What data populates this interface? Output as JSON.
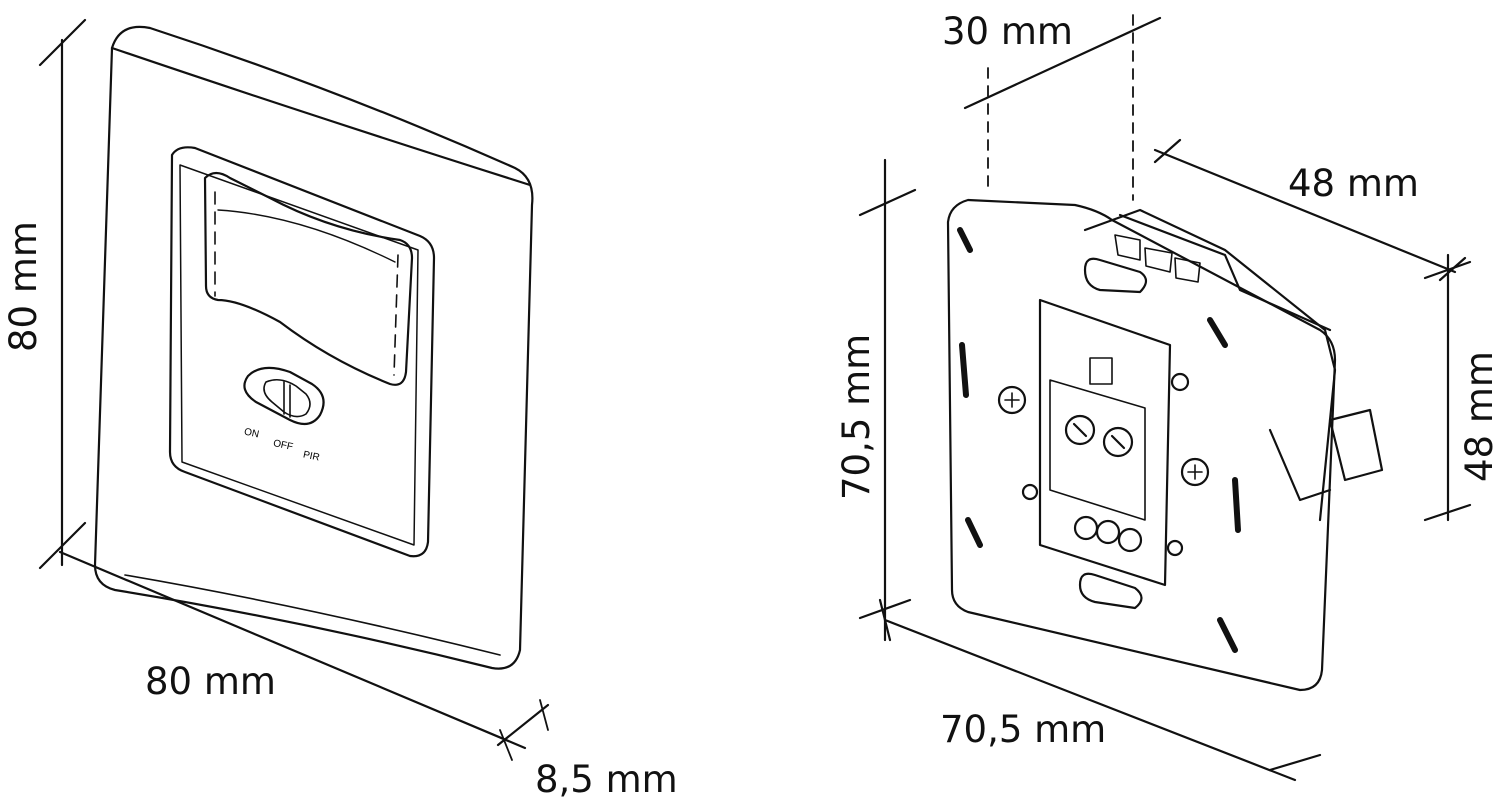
{
  "figure": {
    "left_view": {
      "description": "front view of motion sensor switch in frame",
      "height_label": "80 mm",
      "width_label": "80 mm",
      "depth_label": "8,5 mm",
      "switch_positions": [
        "ON",
        "OFF",
        "PIR"
      ]
    },
    "right_view": {
      "description": "rear view of flush-mount insert",
      "top_depth_label": "30 mm",
      "side_depth_label": "48 mm",
      "side_height_label": "48 mm",
      "plate_height_label": "70,5 mm",
      "plate_width_label": "70,5 mm"
    }
  }
}
